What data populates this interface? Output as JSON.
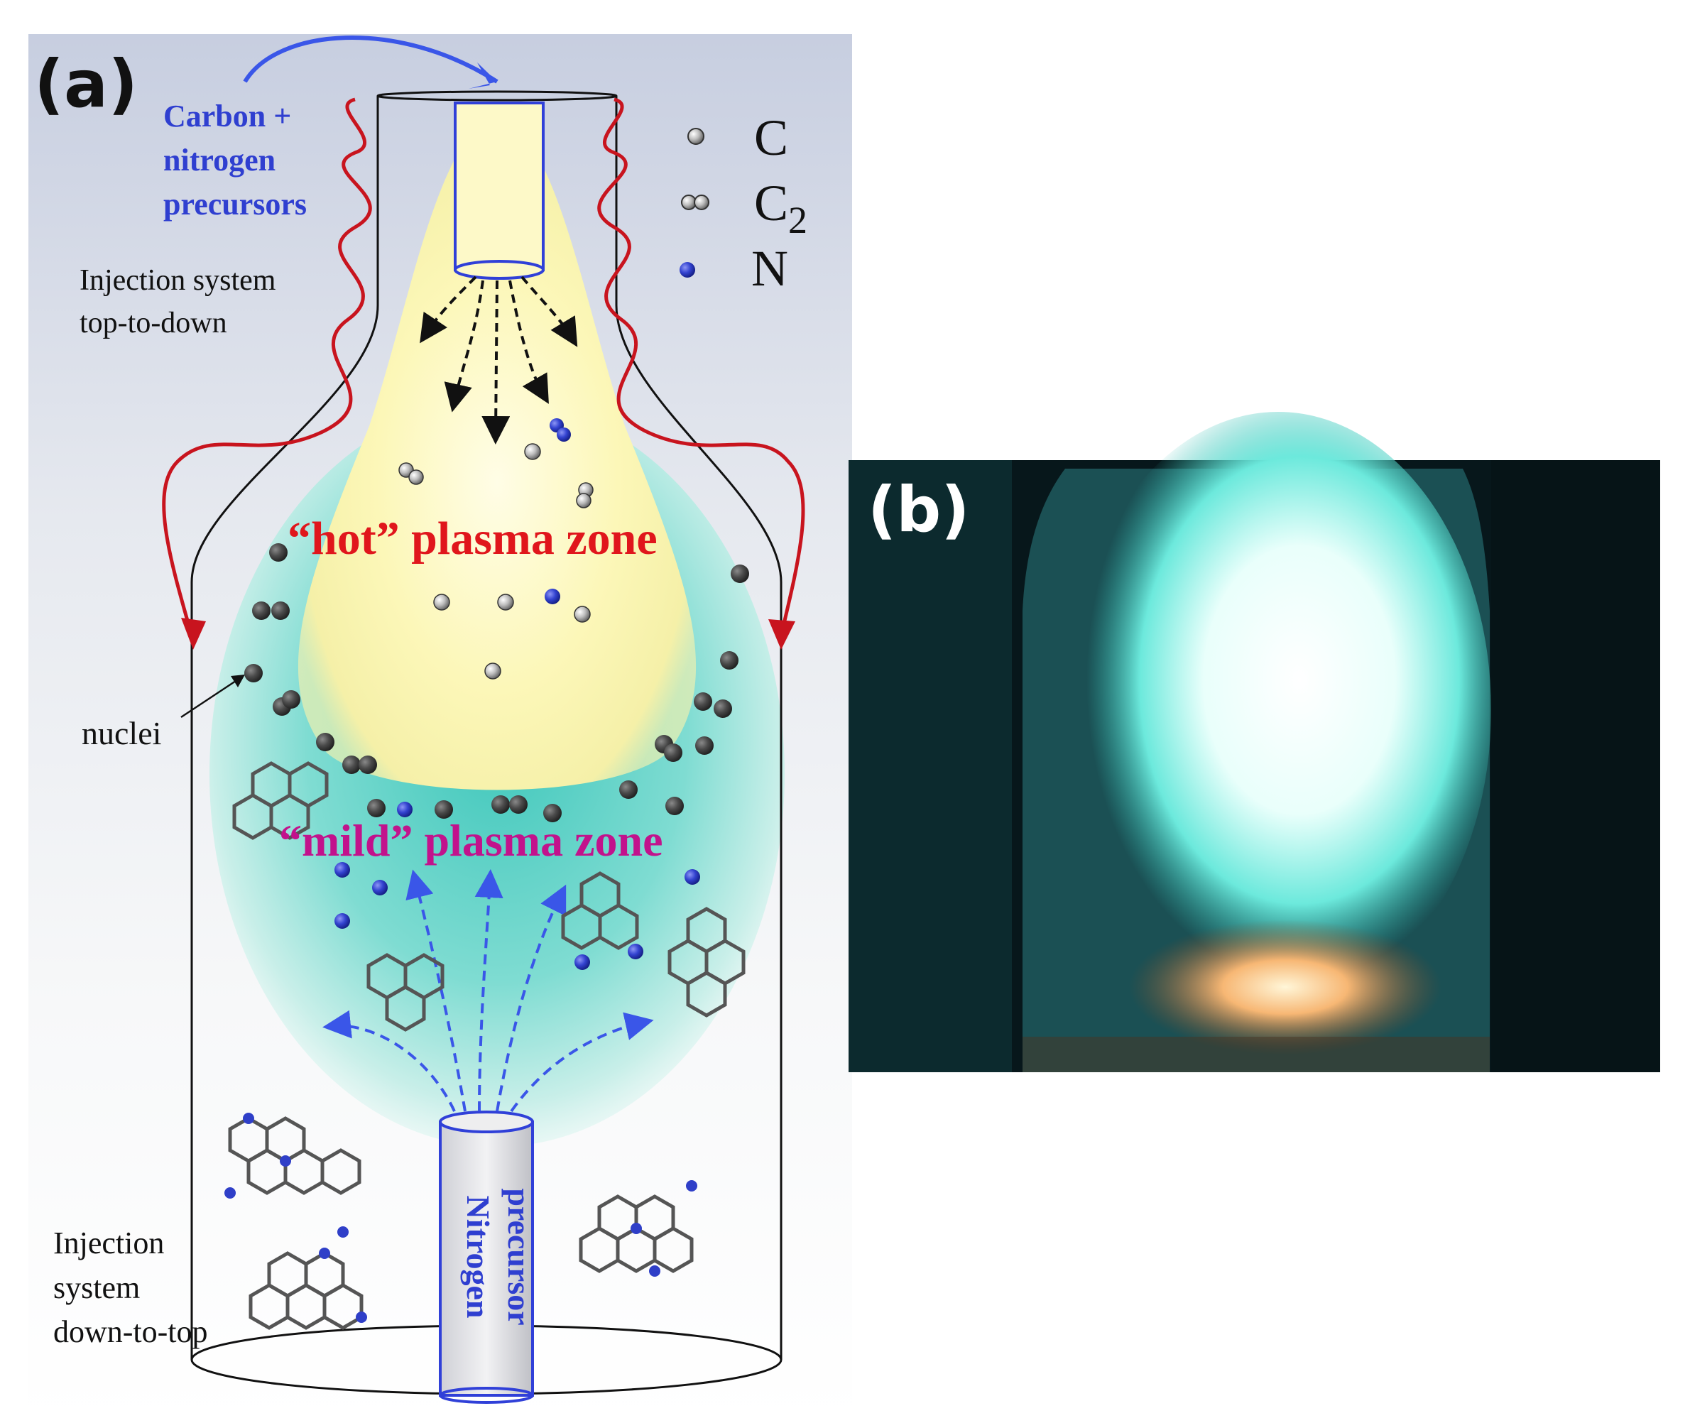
{
  "panel_a": {
    "label": "(a)",
    "carbon_precursor_lines": [
      "Carbon +",
      "nitrogen",
      "precursors"
    ],
    "injection_top_lines": [
      "Injection system",
      "top-to-down"
    ],
    "injection_bottom_lines": [
      "Injection",
      "system",
      "down-to-top"
    ],
    "nuclei_label": "nuclei",
    "hot_zone_label": "“hot” plasma zone",
    "mild_zone_label": "“mild” plasma zone",
    "nitrogen_precursor_lines": [
      "Nitrogen",
      "precursor"
    ],
    "legend": {
      "c_label": "C",
      "c2_label_main": "C",
      "c2_label_sub": "2",
      "n_label": "N"
    }
  },
  "panel_b": {
    "label": "(b)"
  },
  "colors": {
    "precursor_blue": "#2f3fd0",
    "hot_red": "#e0161c",
    "mild_magenta": "#c2128c",
    "heating_wave_red": "#c8141e",
    "flow_arrow_blue": "#3a56e8",
    "plasma_yellow": "#fbf6b2",
    "plasma_cyan": "#5fd8cc",
    "nitrogen_atom": "#2f3fc8",
    "carbon_dark": "#4a4a4a"
  }
}
